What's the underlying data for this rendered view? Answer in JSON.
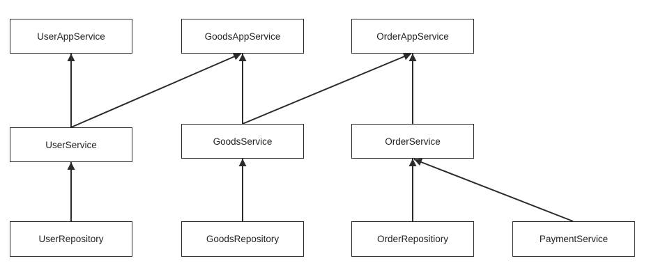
{
  "diagram": {
    "type": "dependency-graph",
    "line_color": "#2b2b2b",
    "nodes": {
      "user_app_service": "UserAppService",
      "goods_app_service": "GoodsAppService",
      "order_app_service": "OrderAppService",
      "user_service": "UserService",
      "goods_service": "GoodsService",
      "order_service": "OrderService",
      "user_repository": "UserRepository",
      "goods_repository": "GoodsRepository",
      "order_repository": "OrderRepositiory",
      "payment_service": "PaymentService"
    },
    "edges": [
      {
        "from": "user_service",
        "to": "user_app_service"
      },
      {
        "from": "user_service",
        "to": "goods_app_service"
      },
      {
        "from": "goods_service",
        "to": "goods_app_service"
      },
      {
        "from": "goods_service",
        "to": "order_app_service"
      },
      {
        "from": "order_service",
        "to": "order_app_service"
      },
      {
        "from": "user_repository",
        "to": "user_service"
      },
      {
        "from": "goods_repository",
        "to": "goods_service"
      },
      {
        "from": "order_repository",
        "to": "order_service"
      },
      {
        "from": "payment_service",
        "to": "order_service"
      }
    ]
  }
}
